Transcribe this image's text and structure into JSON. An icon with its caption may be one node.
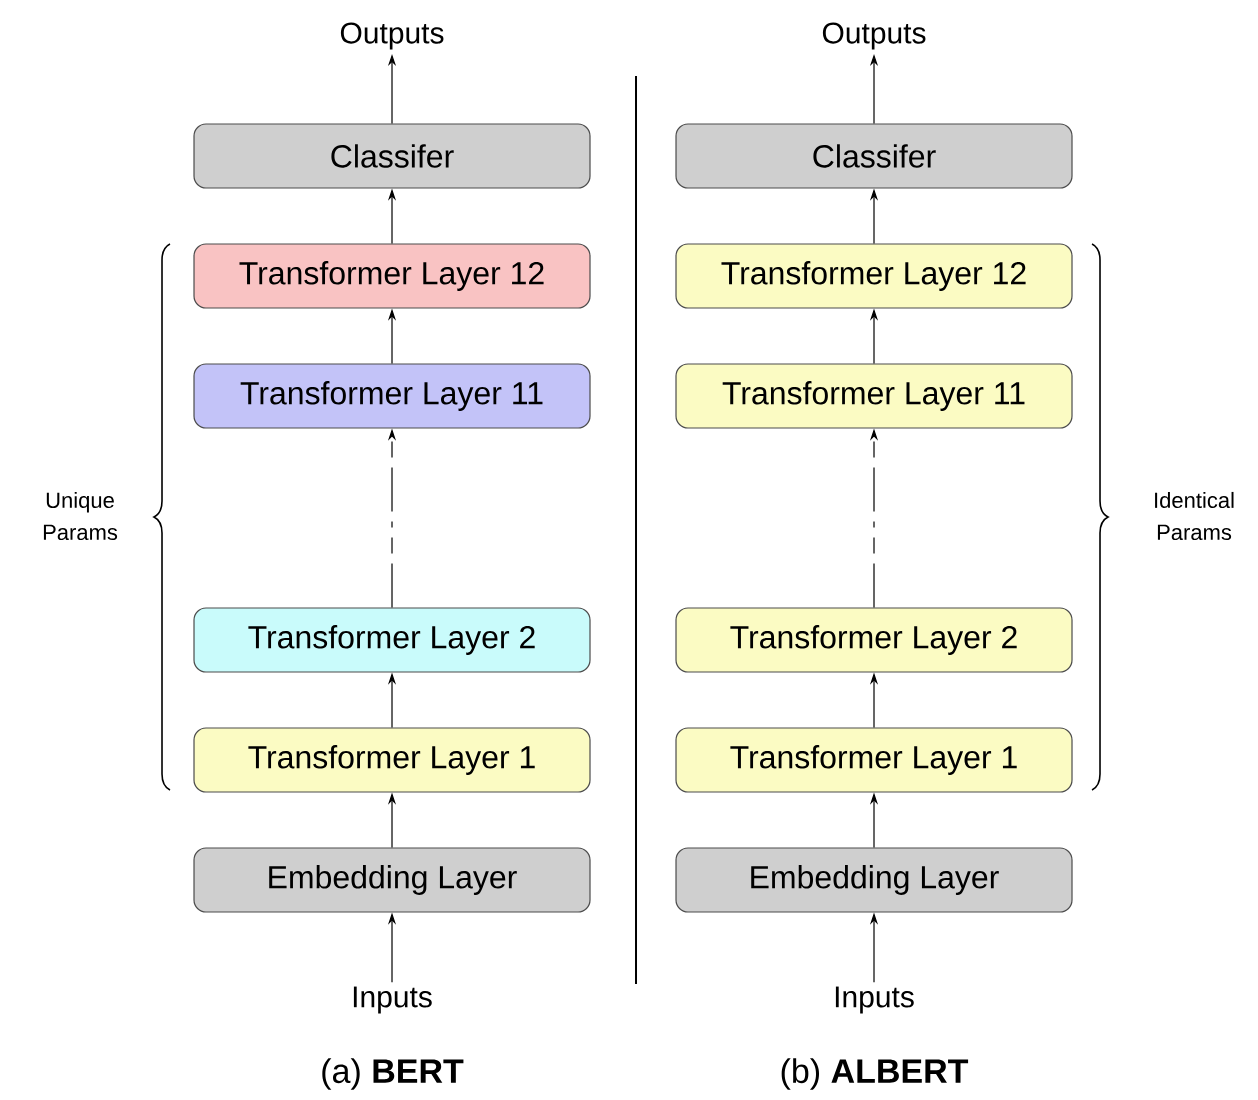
{
  "diagram": {
    "nodes": [
      {
        "text": [
          "Outputs"
        ]
      },
      {
        "text": [
          "Classifer"
        ]
      },
      {
        "text": [
          "Transformer Layer 12"
        ]
      },
      {
        "text": [
          "Transformer Layer 11"
        ]
      },
      {
        "text": [
          "Transformer Layer 2"
        ]
      },
      {
        "text": [
          "Transformer Layer 1"
        ]
      },
      {
        "text": [
          "Embedding Layer"
        ]
      },
      {
        "text": [
          "Inputs"
        ]
      },
      {
        "text": [
          "Outputs"
        ]
      },
      {
        "text": [
          "Classifer"
        ]
      },
      {
        "text": [
          "Transformer Layer 12"
        ]
      },
      {
        "text": [
          "Transformer Layer 11"
        ]
      },
      {
        "text": [
          "Transformer Layer 2"
        ]
      },
      {
        "text": [
          "Transformer Layer 1"
        ]
      },
      {
        "text": [
          "Embedding Layer"
        ]
      },
      {
        "text": [
          "Inputs"
        ]
      }
    ],
    "edges": [
      {
        "from": 7,
        "to": 6,
        "arrow": "to"
      },
      {
        "from": 6,
        "to": 5,
        "arrow": "to"
      },
      {
        "from": 5,
        "to": 4,
        "arrow": "to"
      },
      {
        "from": 4,
        "to": 3,
        "arrow": "to",
        "style": "dashed"
      },
      {
        "from": 3,
        "to": 2,
        "arrow": "to"
      },
      {
        "from": 2,
        "to": 1,
        "arrow": "to"
      },
      {
        "from": 1,
        "to": 0,
        "arrow": "to"
      },
      {
        "from": 15,
        "to": 14,
        "arrow": "to"
      },
      {
        "from": 14,
        "to": 13,
        "arrow": "to"
      },
      {
        "from": 13,
        "to": 12,
        "arrow": "to"
      },
      {
        "from": 12,
        "to": 11,
        "arrow": "to",
        "style": "dashed"
      },
      {
        "from": 11,
        "to": 10,
        "arrow": "to"
      },
      {
        "from": 10,
        "to": 9,
        "arrow": "to"
      },
      {
        "from": 9,
        "to": 8,
        "arrow": "to"
      }
    ],
    "labels": [
      "Unique Params",
      "Identical Params",
      "(a) **BERT**",
      "(b) **ALBERT**"
    ]
  }
}
